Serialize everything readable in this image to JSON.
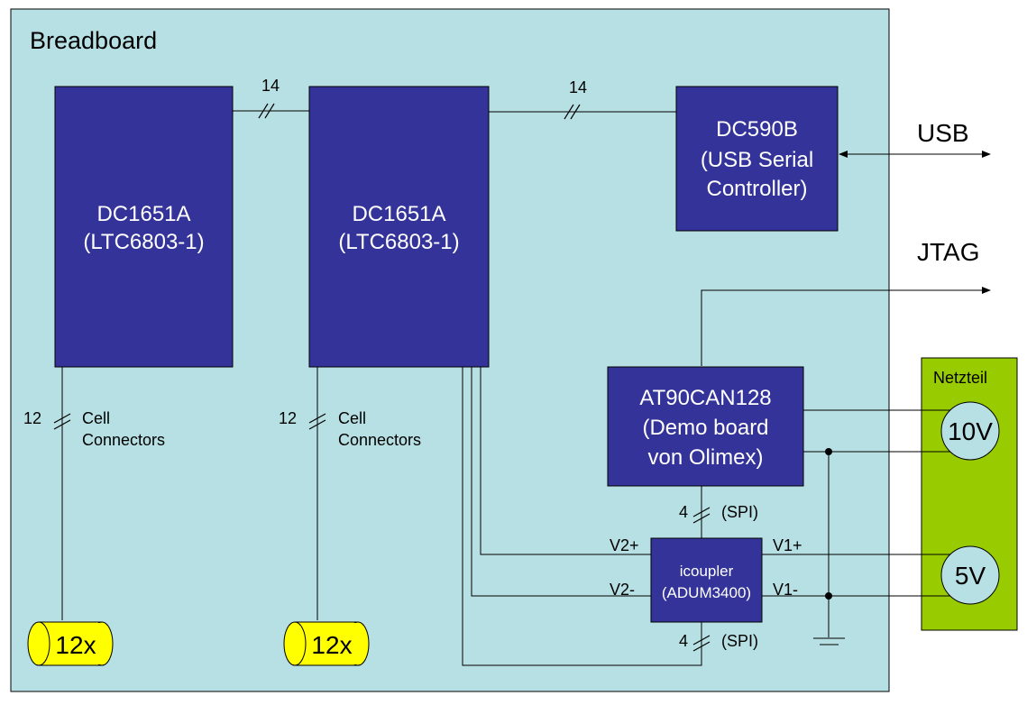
{
  "breadboard": {
    "title": "Breadboard"
  },
  "modules": {
    "dc1651a_1": {
      "line1": "DC1651A",
      "line2": "(LTC6803-1)"
    },
    "dc1651a_2": {
      "line1": "DC1651A",
      "line2": "(LTC6803-1)"
    },
    "dc590b": {
      "line1": "DC590B",
      "line2": "(USB Serial",
      "line3": "Controller)"
    },
    "at90can128": {
      "line1": "AT90CAN128",
      "line2": "(Demo board",
      "line3": "von Olimex)"
    },
    "icoupler": {
      "line1": "icoupler",
      "line2": "(ADUM3400)"
    }
  },
  "bus_labels": {
    "bus_a": "14",
    "bus_b": "14",
    "cell_1_count": "12",
    "cell_2_count": "12",
    "spi_top_count": "4",
    "spi_top": "(SPI)",
    "spi_bottom_count": "4",
    "spi_bottom": "(SPI)"
  },
  "cell_connectors": {
    "line1": "Cell",
    "line2": "Connectors"
  },
  "batteries": {
    "left": "12x",
    "right": "12x"
  },
  "pins": {
    "v2_plus": "V2+",
    "v2_minus": "V2-",
    "v1_plus": "V1+",
    "v1_minus": "V1-"
  },
  "external": {
    "usb": "USB",
    "jtag": "JTAG"
  },
  "netzteil": {
    "title": "Netzteil",
    "v10": "10V",
    "v5": "5V"
  },
  "colors": {
    "breadboard_fill": "#b7e0e4",
    "module_fill": "#33339a",
    "module_text": "#ffffff",
    "netzteil_fill": "#99cc00",
    "battery_fill": "#ffff00",
    "line": "#000000"
  }
}
